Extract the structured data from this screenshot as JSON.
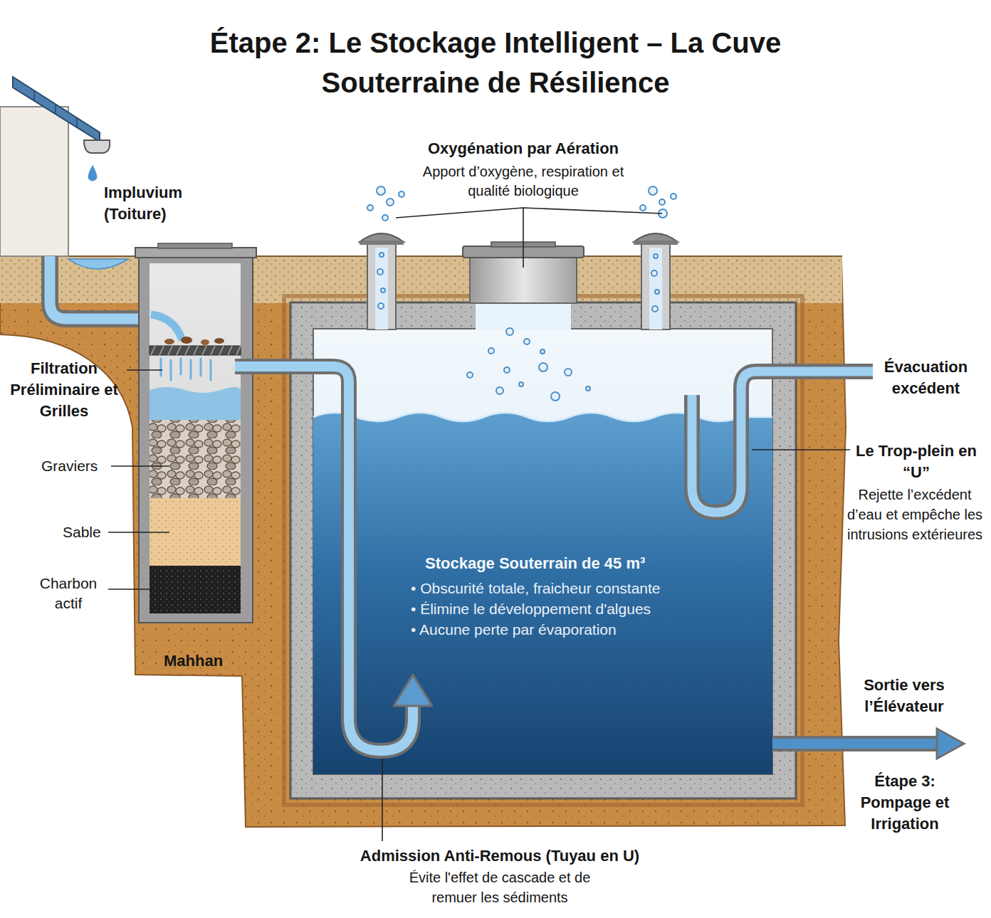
{
  "diagram": {
    "title": "Étape 2: Le Stockage Intelligent – La Cuve Souterraine de Résilience",
    "nodes": [
      {
        "text": [
          "Mahhan"
        ]
      },
      {
        "text": [
          "Stockage Souterrain de 45 m³",
          "• Obscurité totale, fraicheur constante",
          "• Élimine le développement d'algues",
          "• Aucune perte par évaporation"
        ]
      }
    ],
    "edges": [
      {
        "from": 0,
        "to": 1,
        "arrow": "to"
      }
    ],
    "labels": [
      "Impluvium (Toiture)",
      "Filtration Préliminaire et Grilles",
      "Graviers",
      "Sable",
      "Charbon actif",
      "Oxygénation par Aération",
      "Apport d’oxygène, respiration et qualité biologique",
      "Évacuation excédent",
      "Le Trop-plein en “U”",
      "Rejette l’excédent d’eau et empêche les intrusions extérieures",
      "Sortie vers l’Élévateur",
      "Étape 3: Pompage et Irrigation",
      "Admission Anti-Remous (Tuyau en U)",
      "Évite l'effet de cascade et de remuer les sédiments"
    ]
  }
}
